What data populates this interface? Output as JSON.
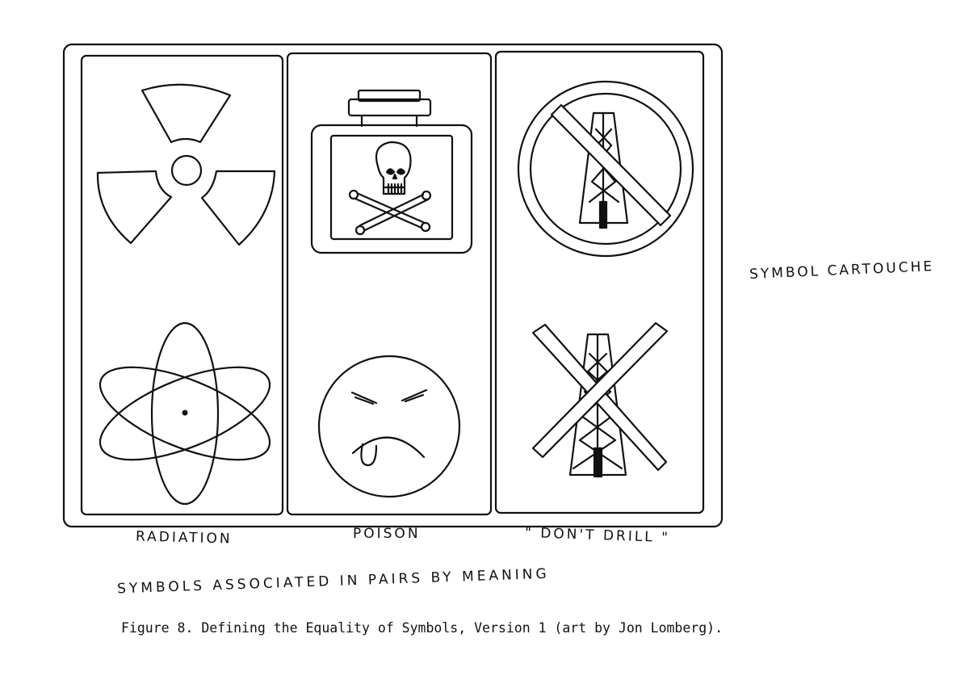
{
  "labels": {
    "radiation": "RADIATION",
    "poison": "POISON",
    "dont_drill": "\" DON'T DRILL \"",
    "symbol_cartouche": "SYMBOL CARTOUCHE",
    "pairs_caption": "SYMBOLS ASSOCIATED IN PAIRS BY MEANING"
  },
  "figure_caption": "Figure 8.  Defining the Equality of Symbols, Version 1 (art by Jon Lomberg).",
  "colors": {
    "ink": "#111111",
    "background": "#ffffff"
  },
  "icons": {
    "panel_1": [
      "radiation-trefoil-icon",
      "atom-icon"
    ],
    "panel_2": [
      "poison-bottle-skull-icon",
      "sick-face-icon"
    ],
    "panel_3": [
      "no-drill-prohibition-icon",
      "crossed-out-oil-rig-icon"
    ]
  }
}
